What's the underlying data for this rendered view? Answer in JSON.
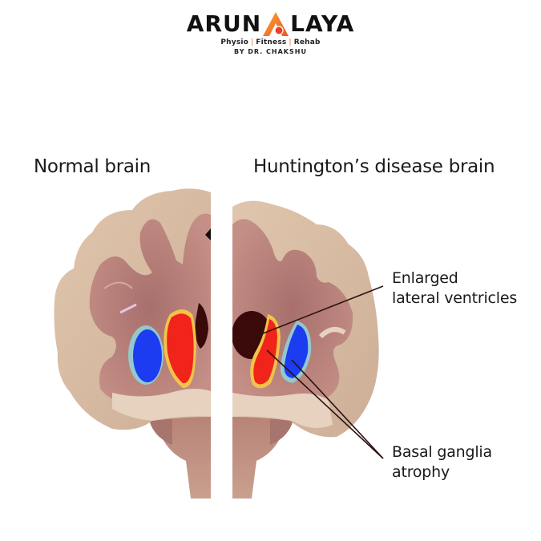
{
  "logo": {
    "brand_left": "ARUN",
    "brand_right": "LAYA",
    "mark": "orange-a-mark-icon",
    "tagline": [
      "Physio",
      "Fitness",
      "Rehab"
    ],
    "byline": "BY DR. CHAKSHU",
    "colors": {
      "text": "#111111",
      "accent": "#f26a1b",
      "dot": "#e8402a"
    }
  },
  "diagram": {
    "left_title": "Normal brain",
    "right_title": "Huntington’s disease brain",
    "annotations": [
      {
        "id": "ventricles",
        "line1": "Enlarged",
        "line2": "lateral ventricles"
      },
      {
        "id": "basal-ganglia",
        "line1": "Basal ganglia",
        "line2": "atrophy"
      }
    ],
    "colors": {
      "white_matter": "#d7bca3",
      "gray_matter": "#b88078",
      "caudate": "#1b3cf0",
      "putamen": "#f0241a",
      "ventricle": "#3a0a0a",
      "leader_line": "#2a1210"
    }
  }
}
